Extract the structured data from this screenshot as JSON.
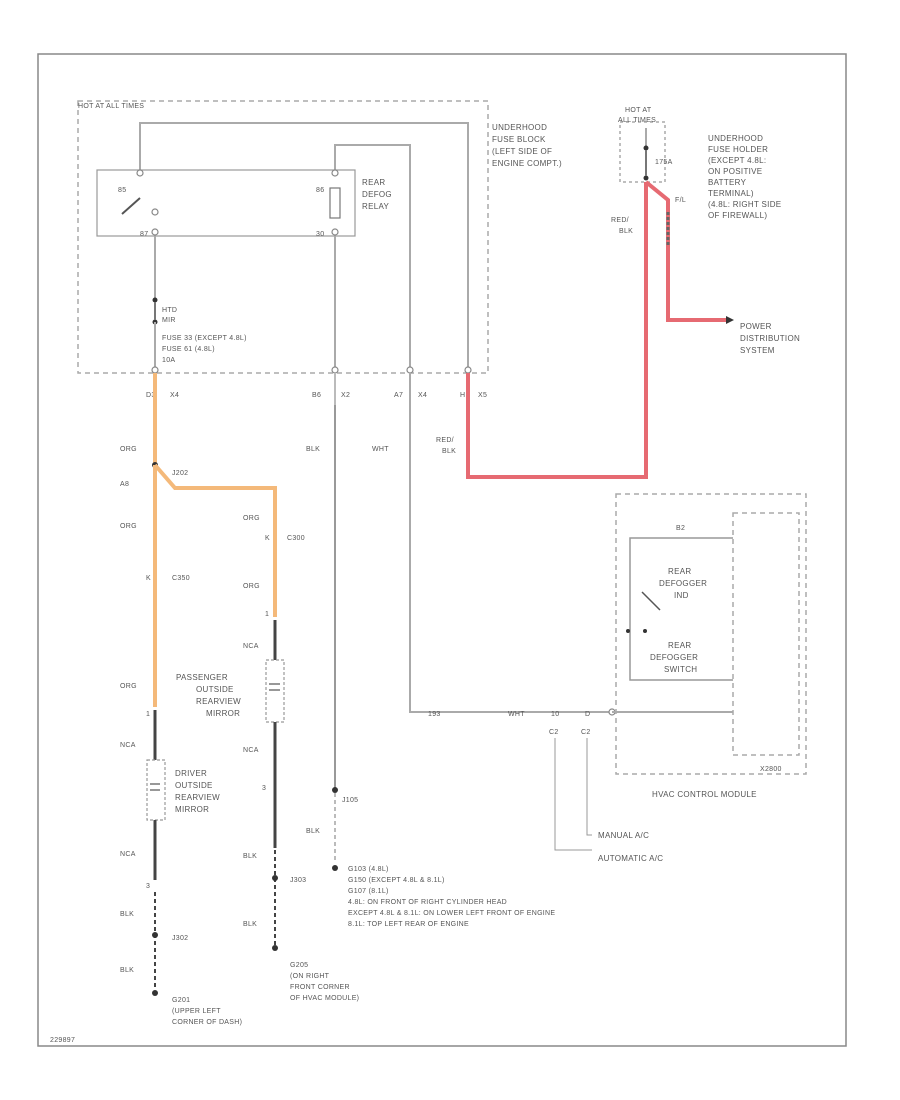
{
  "colors": {
    "orange_wire": "#f4b97a",
    "red_wire": "#e66a72",
    "wire_gray": "#aaaaaa",
    "wire_dark": "#555555"
  },
  "fuse_block": {
    "hot_label": "HOT AT ALL TIMES",
    "title": [
      "UNDERHOOD",
      "FUSE BLOCK",
      "(LEFT SIDE OF",
      "ENGINE COMPT.)"
    ],
    "relay_label": [
      "REAR",
      "DEFOG",
      "RELAY"
    ],
    "pin_85": "85",
    "pin_87": "87",
    "pin_86": "86",
    "pin_30": "30",
    "fuse": [
      "HTD",
      "MIR",
      "FUSE 33   (EXCEPT 4.8L)",
      "FUSE 61   (4.8L)",
      "10A"
    ]
  },
  "fuse_holder": {
    "hot_label": [
      "HOT AT",
      "ALL TIMES"
    ],
    "fuse": "175A",
    "fusible_link": "F/L",
    "title": [
      "UNDERHOOD",
      "FUSE HOLDER",
      "(EXCEPT 4.8L:",
      "ON POSITIVE",
      "BATTERY",
      "TERMINAL)",
      "(4.8L: RIGHT SIDE",
      "OF FIREWALL)"
    ],
    "wire_color": [
      "RED/",
      "BLK"
    ],
    "power_label": [
      "POWER",
      "DISTRIBUTION",
      "SYSTEM"
    ]
  },
  "connector_row": {
    "c1": [
      "D3",
      "X4"
    ],
    "c2": [
      "B6",
      "X2"
    ],
    "c3": [
      "A7",
      "X4"
    ],
    "c4": [
      "H",
      "X5"
    ],
    "wire_blk": "BLK",
    "wire_wht": "WHT",
    "wire_redblk": [
      "RED/",
      "BLK"
    ]
  },
  "left_branch": {
    "org1": "ORG",
    "splice_pin": "A8",
    "splice_id": "J202",
    "org2": "ORG",
    "conn_c350_pin": "K",
    "conn_c350": "C350",
    "org3": "ORG",
    "pin_1": "1",
    "wire_nca": "NCA",
    "driver_mirror": [
      "DRIVER",
      "OUTSIDE",
      "REARVIEW",
      "MIRROR"
    ],
    "nca2": "NCA",
    "pin_3": "3",
    "blk1": "BLK",
    "splice": "J302",
    "blk2": "BLK",
    "ground_id": "G201",
    "ground_loc": [
      "(UPPER LEFT",
      "CORNER OF DASH)"
    ]
  },
  "middle_branch": {
    "org1": "ORG",
    "conn_pin": "K",
    "conn_id": "C300",
    "org2": "ORG",
    "pin_1": "1",
    "wire_nca": "NCA",
    "pass_mirror": [
      "PASSENGER",
      "OUTSIDE",
      "REARVIEW",
      "MIRROR"
    ],
    "nca2": "NCA",
    "pin_3": "3",
    "blk": "BLK",
    "splice": "J303",
    "blk2": "BLK",
    "ground_id": "G205",
    "ground_loc": [
      "(ON RIGHT",
      "FRONT CORNER",
      "OF HVAC MODULE)"
    ]
  },
  "relay_ground": {
    "splice": "J105",
    "blk": "BLK",
    "notes": [
      "G103   (4.8L)",
      "G150   (EXCEPT 4.8L & 8.1L)",
      "G107   (8.1L)",
      "4.8L: ON FRONT OF RIGHT CYLINDER HEAD",
      "EXCEPT 4.8L & 8.1L: ON LOWER LEFT FRONT OF ENGINE",
      "8.1L: TOP LEFT REAR OF ENGINE"
    ]
  },
  "hvac": {
    "pin_b2": "B2",
    "rear_defogger_led": [
      "REAR",
      "DEFOGGER",
      "IND"
    ],
    "rear_defogger_switch": [
      "REAR",
      "DEFOGGER",
      "SWITCH"
    ],
    "conn_id": "X2800",
    "module_label": "HVAC CONTROL MODULE",
    "wire_circuit": "193",
    "wire_color": "WHT",
    "pin_a": "10",
    "pin_b": "D",
    "pin_c1": "C2",
    "pin_c2": "C2",
    "manual": "MANUAL A/C",
    "automatic": "AUTOMATIC A/C"
  },
  "footer_id": "229897"
}
